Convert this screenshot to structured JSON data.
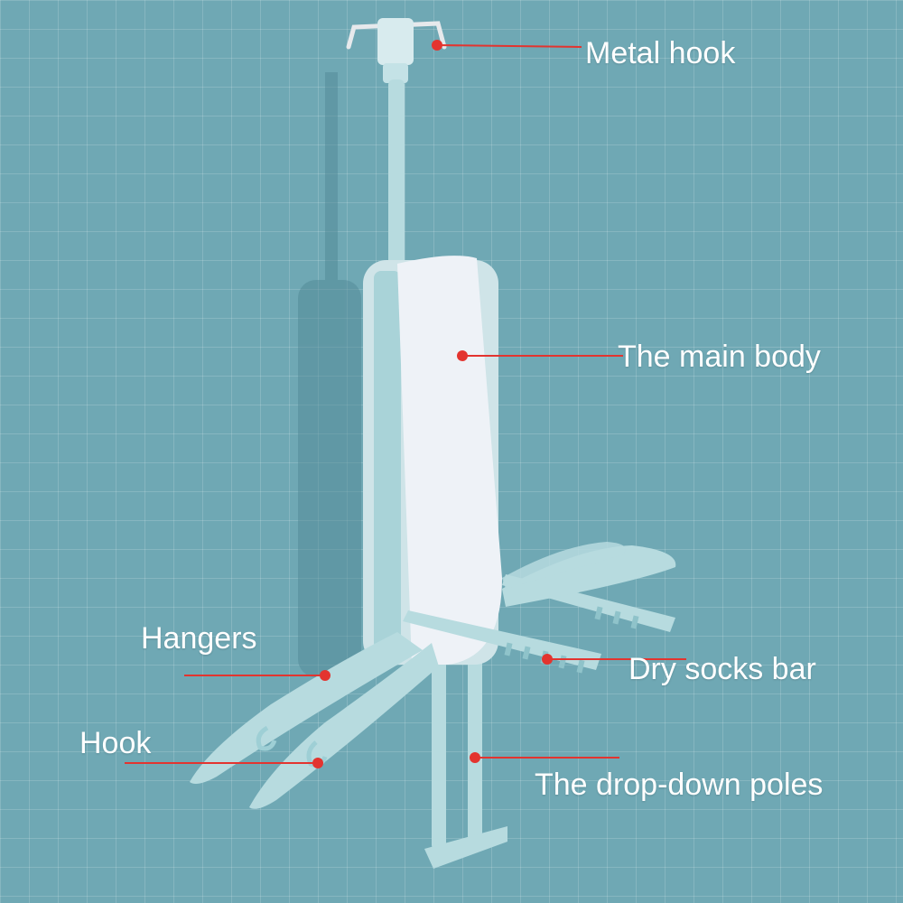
{
  "labels": {
    "metal_hook": "Metal hook",
    "main_body": "The main body",
    "hangers": "Hangers",
    "dry_socks_bar": "Dry socks bar",
    "hook": "Hook",
    "drop_down_poles": "The drop-down poles"
  },
  "colors": {
    "background": "#6fa8b4",
    "product": "#b7dbdf",
    "body": "#eef2f7",
    "callout": "#e3342f"
  }
}
